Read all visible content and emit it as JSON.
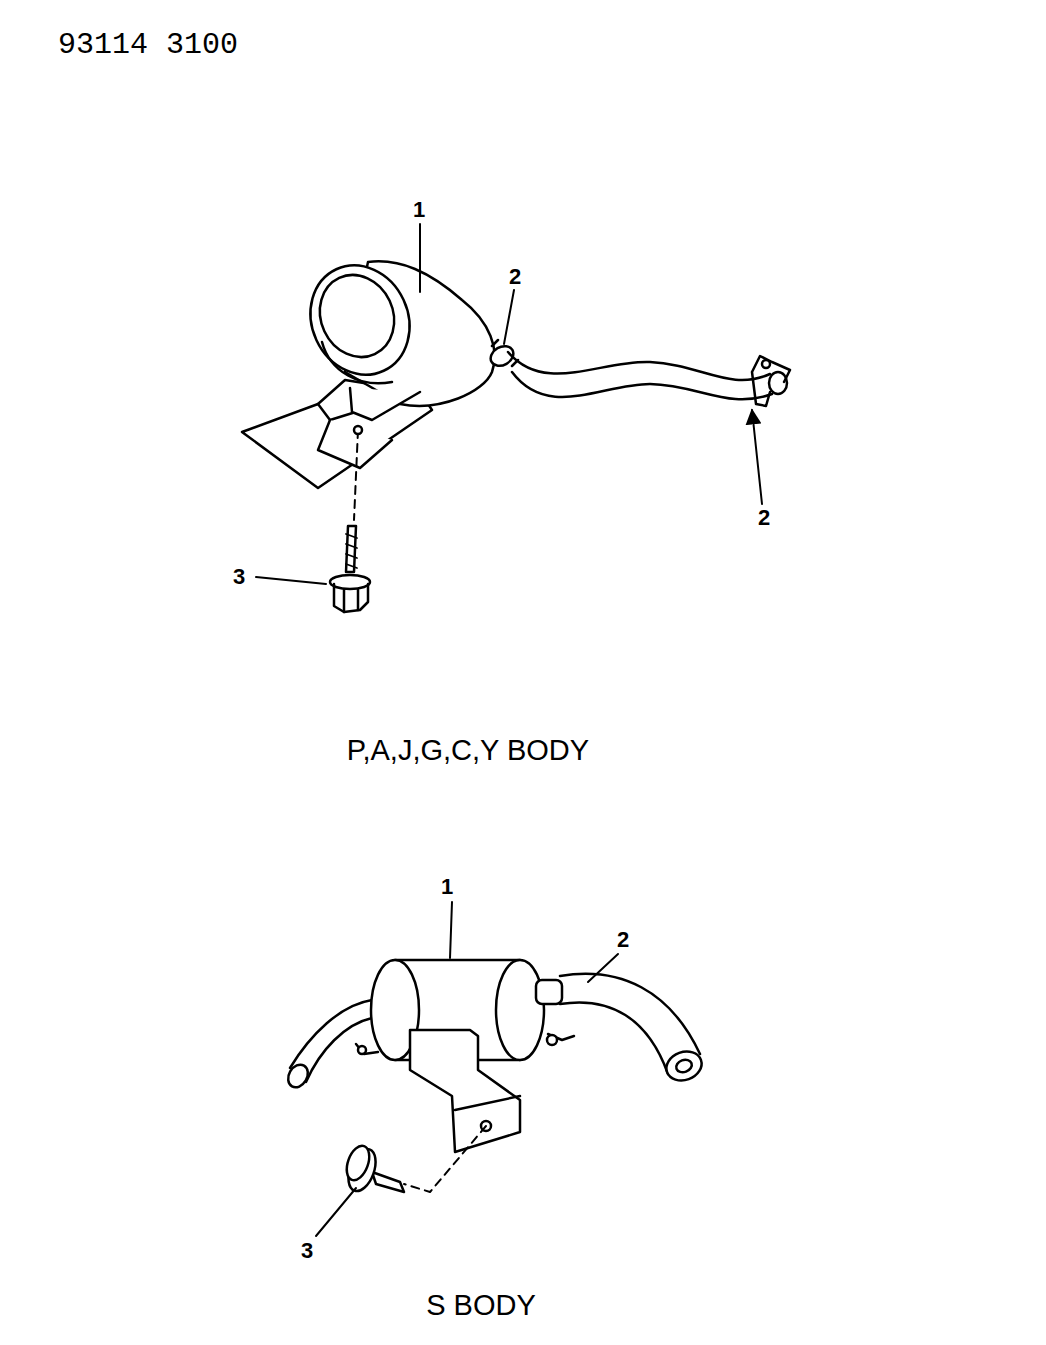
{
  "diagram": {
    "labels": [
      "93114 3100",
      "1",
      "2",
      "2",
      "3",
      "P,A,J,G,C,Y BODY",
      "1",
      "2",
      "3",
      "S BODY"
    ]
  }
}
